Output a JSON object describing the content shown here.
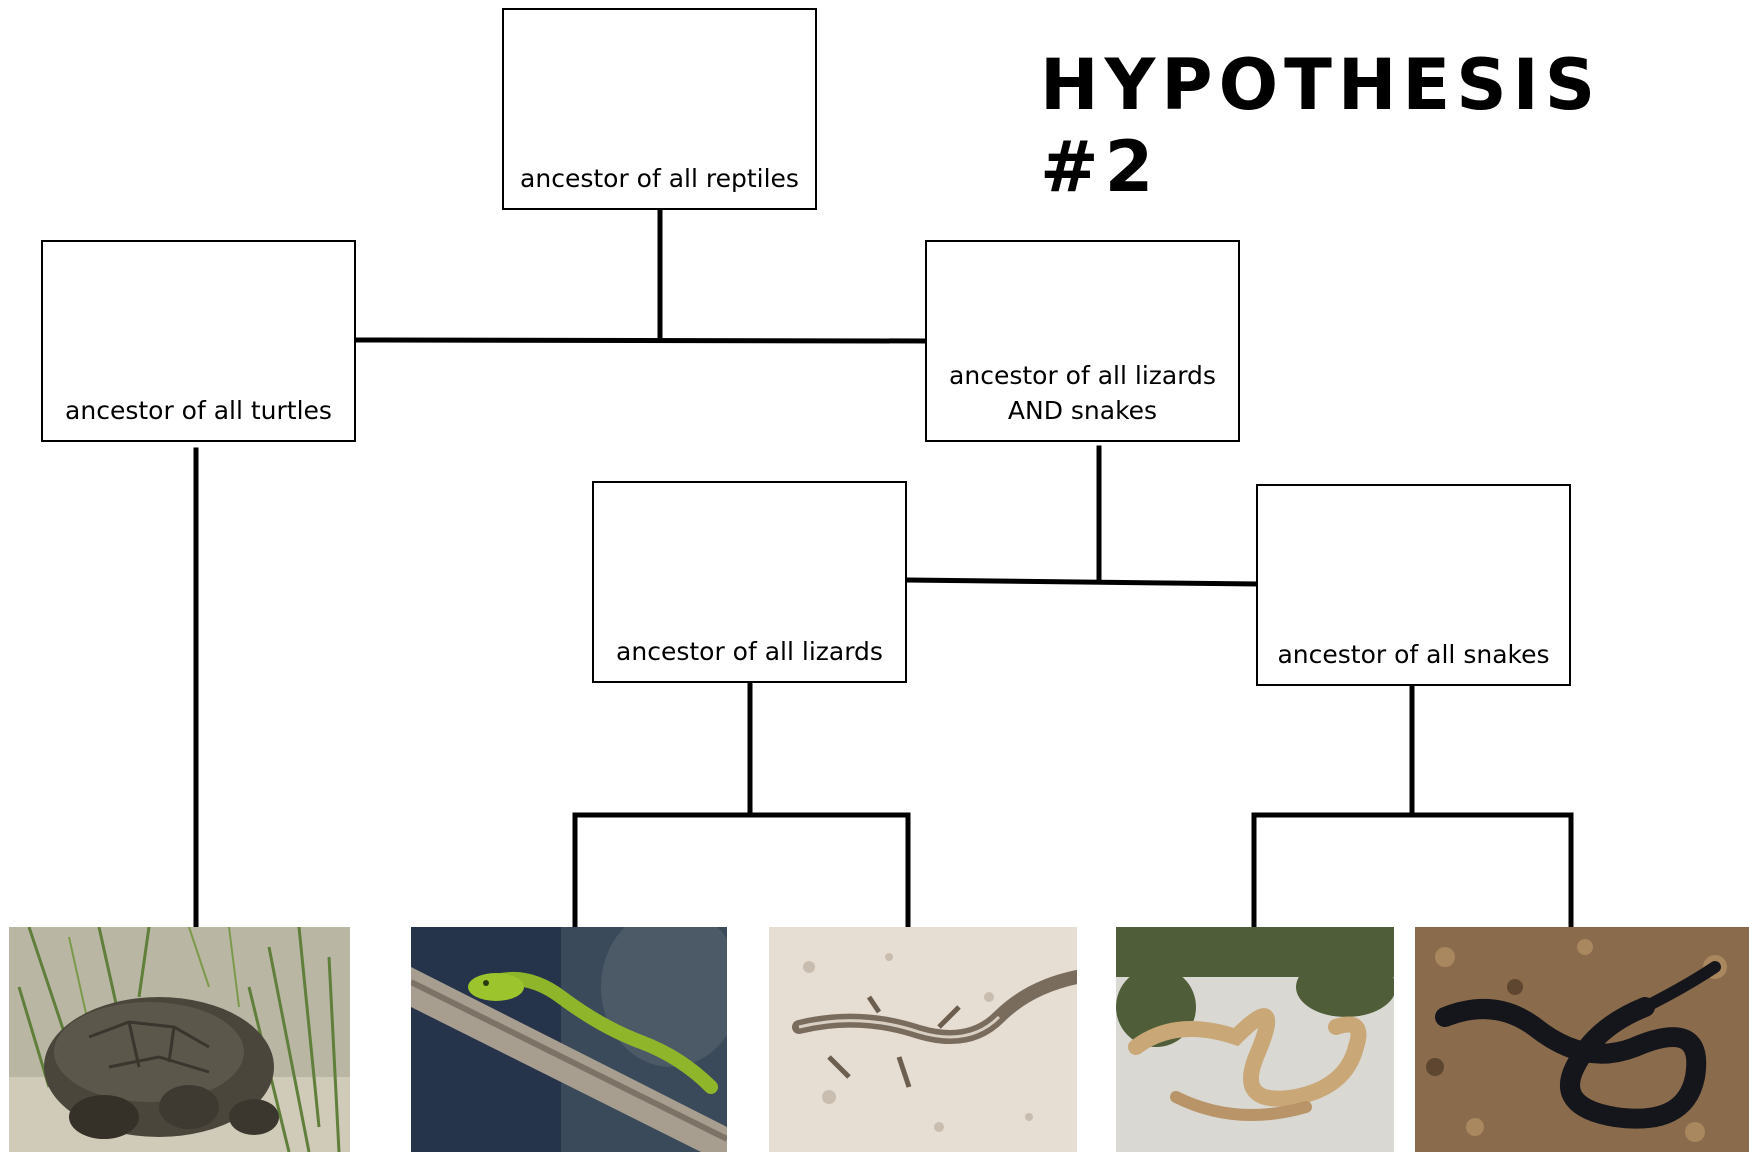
{
  "title": "HYPOTHESIS #2",
  "nodes": {
    "reptiles": "ancestor of all reptiles",
    "turtles": "ancestor of all turtles",
    "lizards_and_snakes": "ancestor of all lizards\nAND snakes",
    "lizards": "ancestor of all lizards",
    "snakes": "ancestor of all snakes"
  },
  "photos": [
    {
      "icon": "gopher-tortoise-photo"
    },
    {
      "icon": "green-anole-lizard-photo"
    },
    {
      "icon": "six-lined-racerunner-lizard-photo"
    },
    {
      "icon": "tan-coachwhip-snake-photo"
    },
    {
      "icon": "black-racer-snake-photo"
    }
  ],
  "colors": {
    "line": "#000000",
    "box_border": "#000000",
    "background": "#ffffff"
  }
}
